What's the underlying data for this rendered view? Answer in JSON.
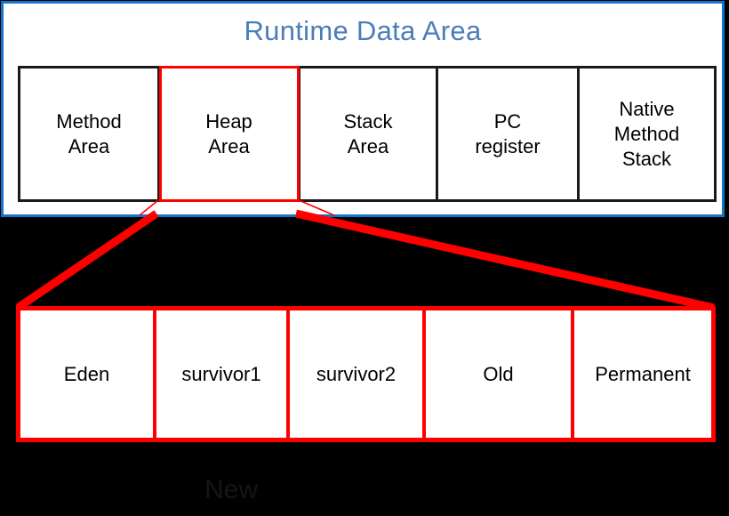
{
  "diagram": {
    "title": "Runtime Data Area",
    "title_color": "#4a7ebb",
    "panel_border_color": "#1176ce",
    "highlight_color": "#ff0000",
    "background_color": "#000000",
    "box_border_color": "#1a1a1a",
    "text_color": "#000000"
  },
  "runtime_data_area": {
    "label": "Runtime Data Area",
    "areas": [
      {
        "label": "Method\nArea",
        "line1": "Method",
        "line2": "Area",
        "highlighted": false
      },
      {
        "label": "Heap\nArea",
        "line1": "Heap",
        "line2": "Area",
        "highlighted": true
      },
      {
        "label": "Stack\nArea",
        "line1": "Stack",
        "line2": "Area",
        "highlighted": false
      },
      {
        "label": "PC\nregister",
        "line1": "PC",
        "line2": "register",
        "highlighted": false
      },
      {
        "label": "Native\nMethod\nStack",
        "line1": "Native",
        "line2": "Method",
        "line3": "Stack",
        "highlighted": false
      }
    ]
  },
  "heap_detail": {
    "source_area": "Heap Area",
    "generations": [
      {
        "label": "Eden"
      },
      {
        "label": "survivor1"
      },
      {
        "label": "survivor2"
      },
      {
        "label": "Old"
      },
      {
        "label": "Permanent"
      }
    ]
  },
  "footer": {
    "caption": "New"
  }
}
